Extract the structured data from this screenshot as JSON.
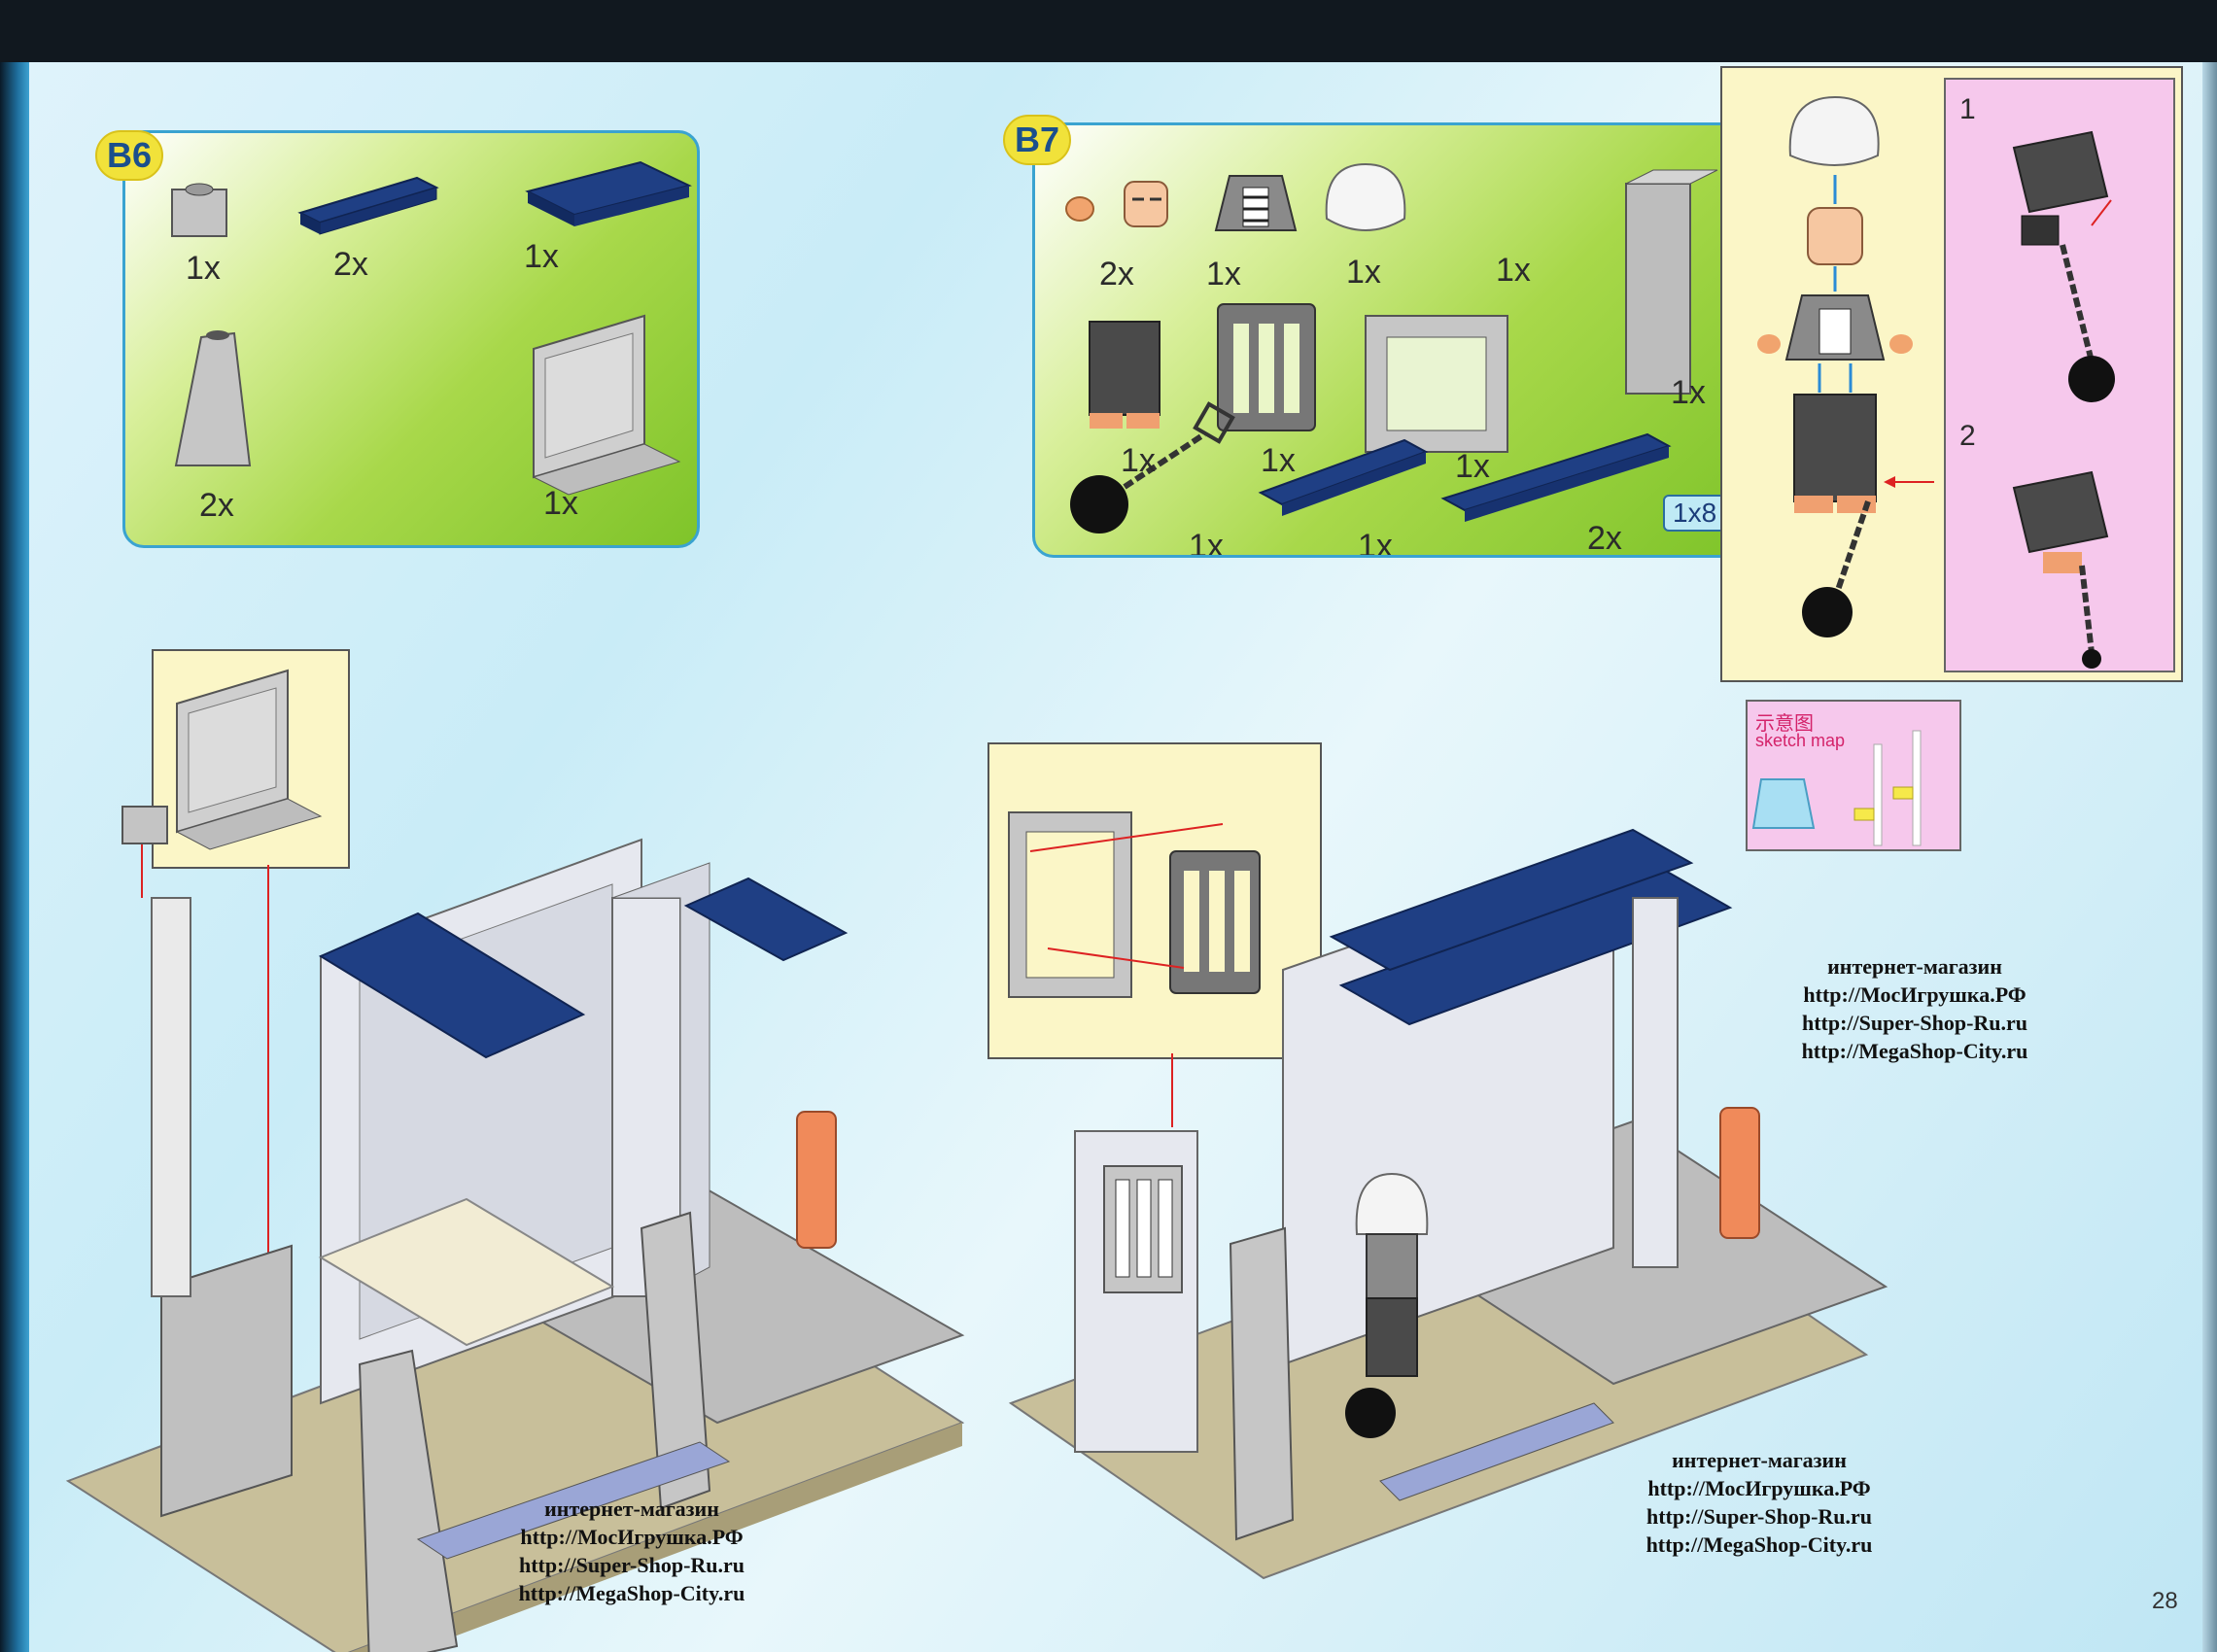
{
  "steps": {
    "b6": {
      "label": "B6",
      "quantities": [
        "1x",
        "2x",
        "1x",
        "2x",
        "1x"
      ]
    },
    "b7": {
      "label": "B7",
      "quantities": [
        "2x",
        "1x",
        "1x",
        "1x",
        "1x",
        "1x",
        "1x",
        "1x",
        "1x",
        "1x",
        "2x"
      ],
      "size_tag": "1x8"
    }
  },
  "minifig_steps": [
    "1",
    "2"
  ],
  "sketch": {
    "title_cn": "示意图",
    "title_en": "sketch map"
  },
  "credits": {
    "heading": "интернет-магазин",
    "links": [
      "http://МосИгрушка.РФ",
      "http://Super-Shop-Ru.ru",
      "http://MegaShop-City.ru"
    ]
  },
  "page_number": "28",
  "colors": {
    "dark_blue": "#1f3f84",
    "light_gray": "#c9c9c9",
    "tan": "#c8bf9a",
    "orange": "#f08a5a",
    "accent_yellow": "#f1e23a"
  }
}
